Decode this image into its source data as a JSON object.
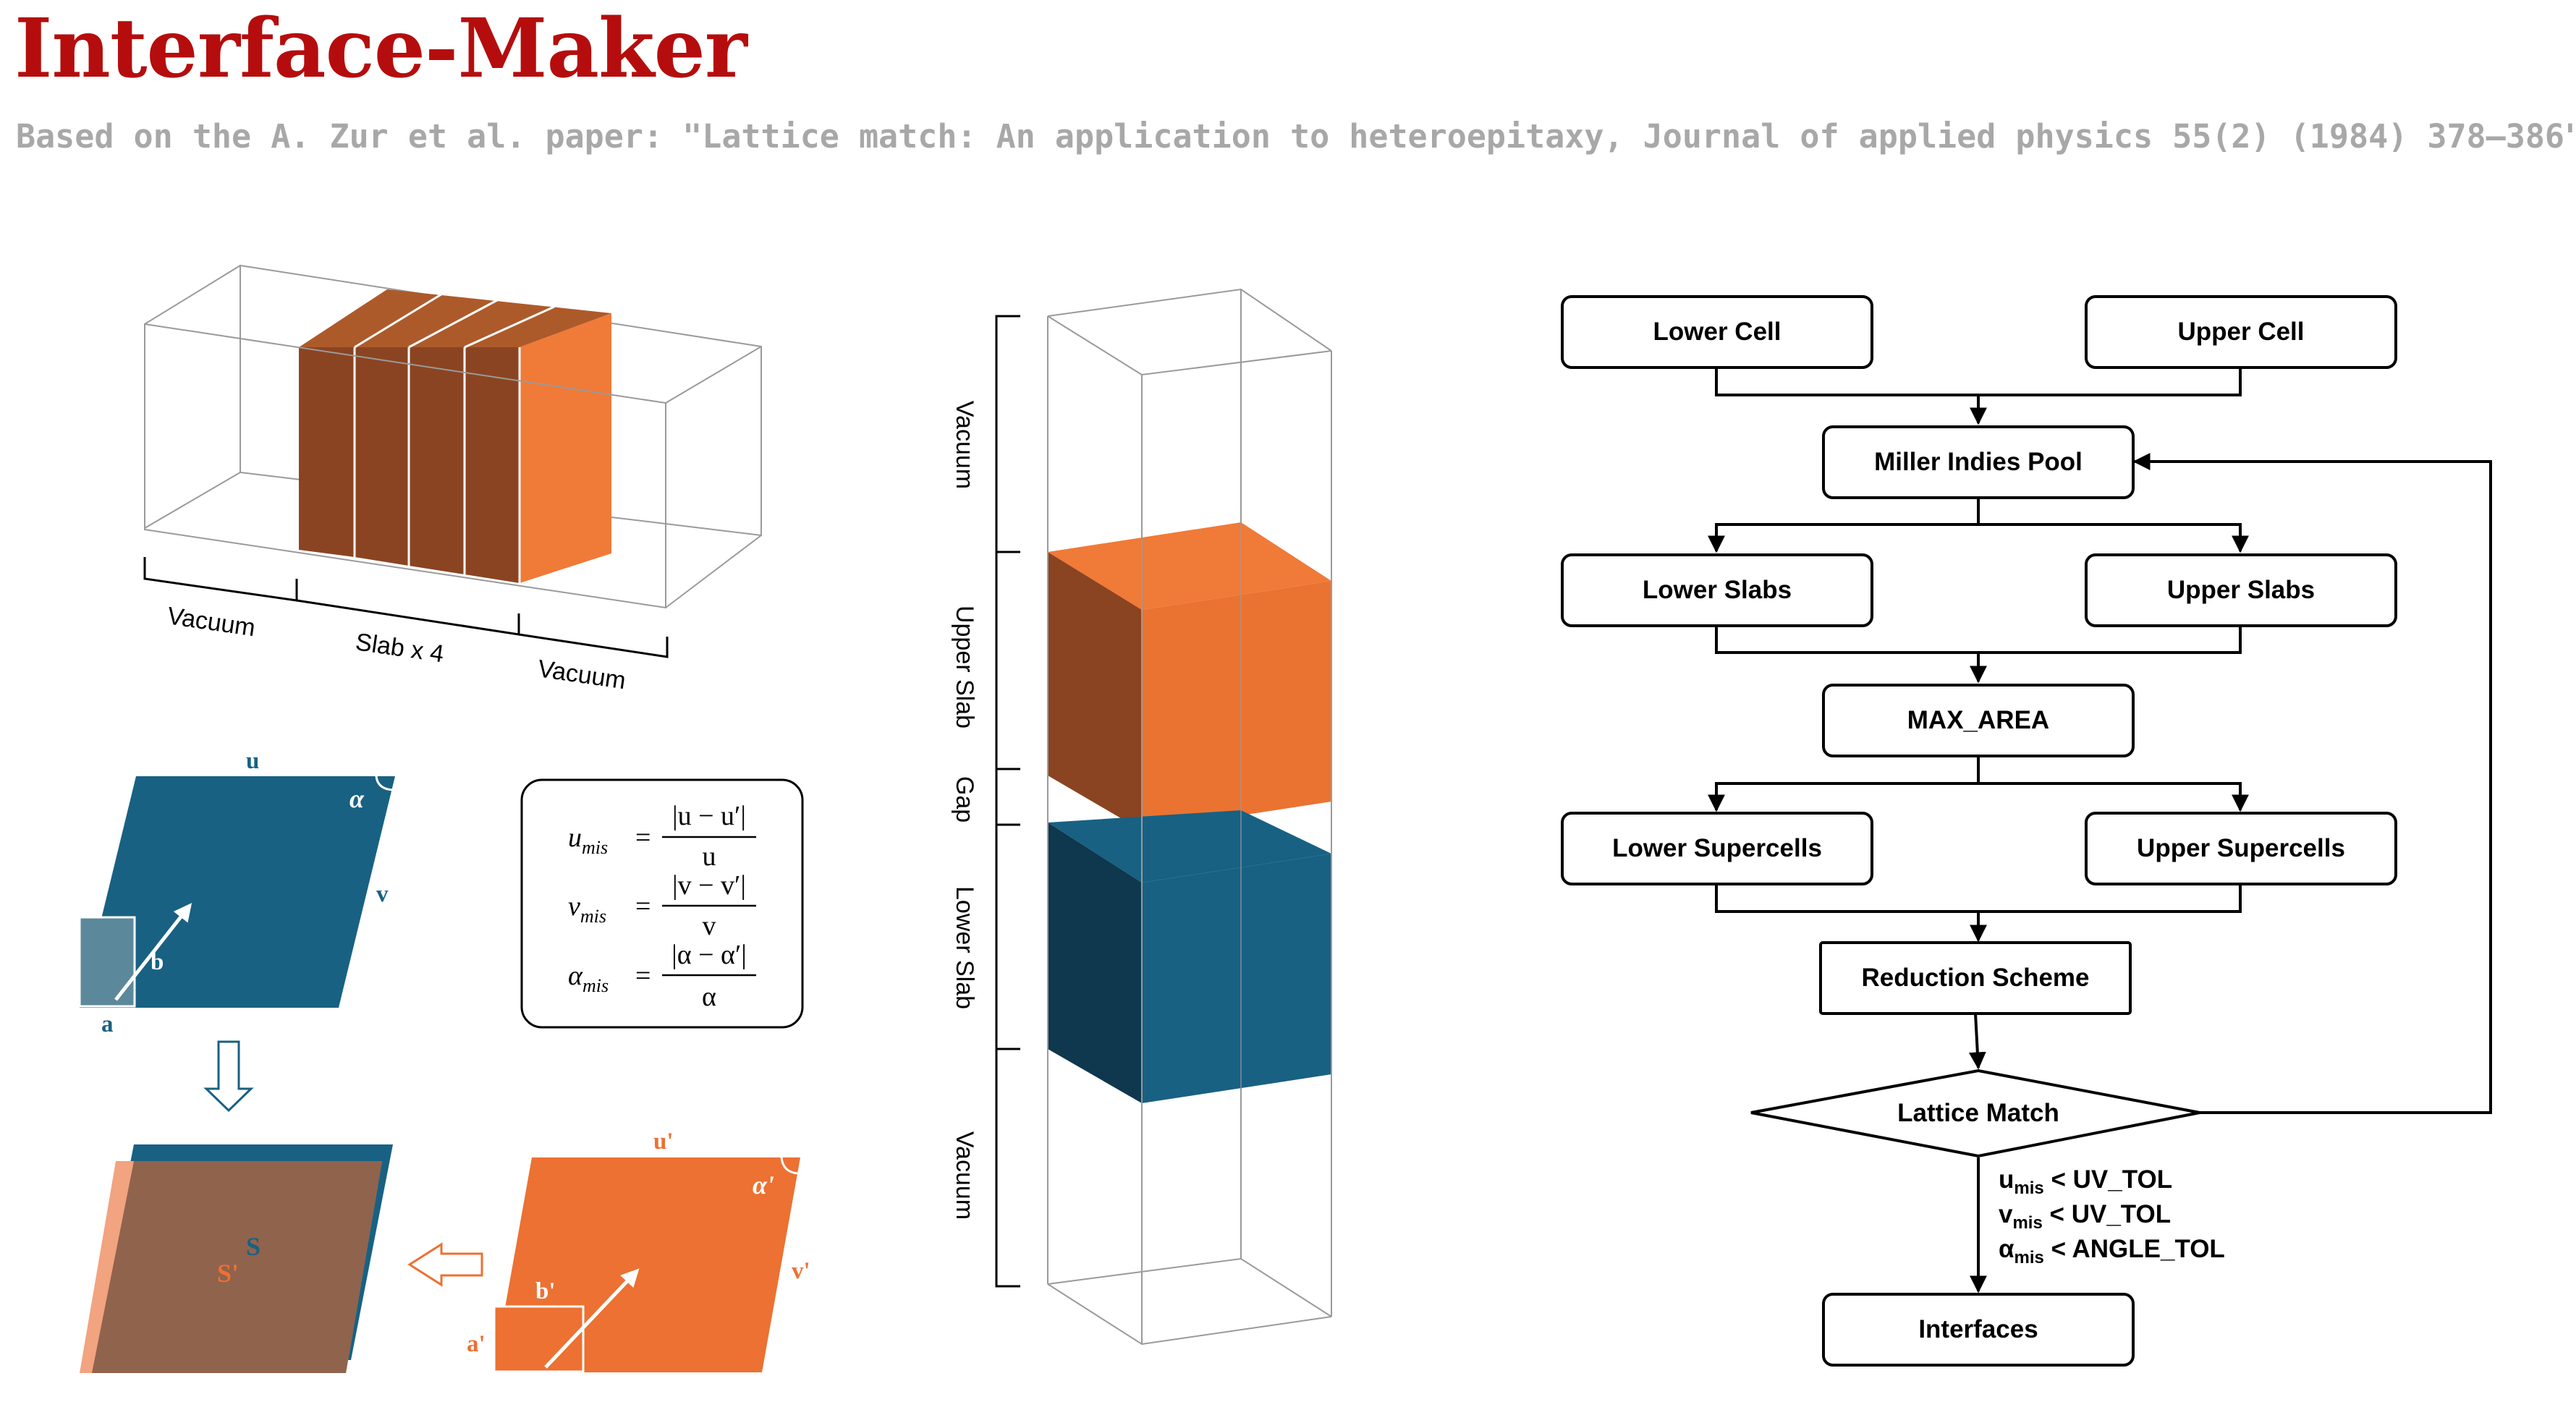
{
  "header": {
    "title": "Interface-Maker",
    "subtitle": "Based on the A. Zur et al. paper: \"Lattice match: An application to heteroepitaxy, Journal of applied physics 55(2) (1984) 378–386\"."
  },
  "slab_diagram": {
    "vacuum_left": "Vacuum",
    "slab_label": "Slab x 4",
    "vacuum_right": "Vacuum"
  },
  "lattice_diagram": {
    "u": "u",
    "v": "v",
    "alpha": "α",
    "a": "a",
    "b": "b",
    "u_prime": "u'",
    "v_prime": "v'",
    "alpha_prime": "α'",
    "a_prime": "a'",
    "b_prime": "b'",
    "s": "S",
    "s_prime": "S'"
  },
  "formulas": {
    "u_lhs": "u",
    "u_sub": "mis",
    "u_num": "|u − u′|",
    "u_den": "u",
    "v_lhs": "v",
    "v_sub": "mis",
    "v_num": "|v − v′|",
    "v_den": "v",
    "a_lhs": "α",
    "a_sub": "mis",
    "a_num": "|α − α′|",
    "a_den": "α",
    "eq": "="
  },
  "stack_diagram": {
    "vacuum_top": "Vacuum",
    "upper_slab": "Upper Slab",
    "gap": "Gap",
    "lower_slab": "Lower Slab",
    "vacuum_bottom": "Vacuum"
  },
  "flowchart": {
    "lower_cell": "Lower Cell",
    "upper_cell": "Upper Cell",
    "miller_pool": "Miller Indies Pool",
    "lower_slabs": "Lower Slabs",
    "upper_slabs": "Upper Slabs",
    "max_area": "MAX_AREA",
    "lower_supercells": "Lower Supercells",
    "upper_supercells": "Upper Supercells",
    "reduction_scheme": "Reduction Scheme",
    "lattice_match": "Lattice Match",
    "cond1_main": "u",
    "cond1_sub": "mis",
    "cond1_rest": " < UV_TOL",
    "cond2_main": "v",
    "cond2_sub": "mis",
    "cond2_rest": " < UV_TOL",
    "cond3_main": "α",
    "cond3_sub": "mis",
    "cond3_rest": " < ANGLE_TOL",
    "interfaces": "Interfaces"
  },
  "colors": {
    "title_red": "#b50d0d",
    "subtitle_gray": "#a8a8a8",
    "orange": "#ec7132",
    "orange_dark": "#8b4421",
    "blue": "#186183",
    "blue_dark": "#0f374d",
    "brown_overlap": "#90634d"
  }
}
